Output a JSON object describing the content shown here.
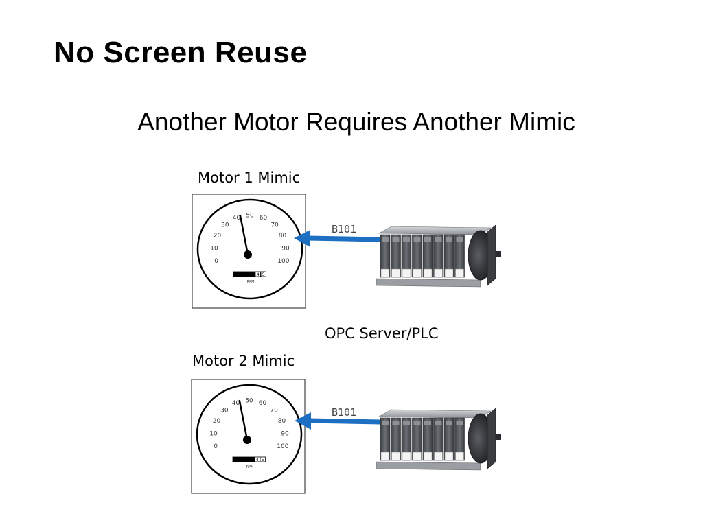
{
  "slide": {
    "title": "No Screen Reuse",
    "subtitle": "Another Motor Requires Another Mimic"
  },
  "labels": {
    "motor1": "Motor 1 Mimic",
    "motor2": "Motor 2 Mimic",
    "opc": "OPC Server/PLC"
  },
  "tag": "B101",
  "gauge": {
    "scale": [
      "0",
      "10",
      "20",
      "30",
      "40",
      "50",
      "60",
      "70",
      "80",
      "90",
      "100"
    ],
    "unit": "RPM",
    "odometer": [
      "",
      "",
      "",
      "",
      "4",
      "5"
    ],
    "reading": 45
  },
  "colors": {
    "arrow": "#1c6fc1",
    "plc_dark": "#4a4d52",
    "plc_light": "#b9bcc1"
  },
  "icons": [
    "gauge-icon",
    "plc-rack-icon",
    "arrow-left-icon"
  ]
}
